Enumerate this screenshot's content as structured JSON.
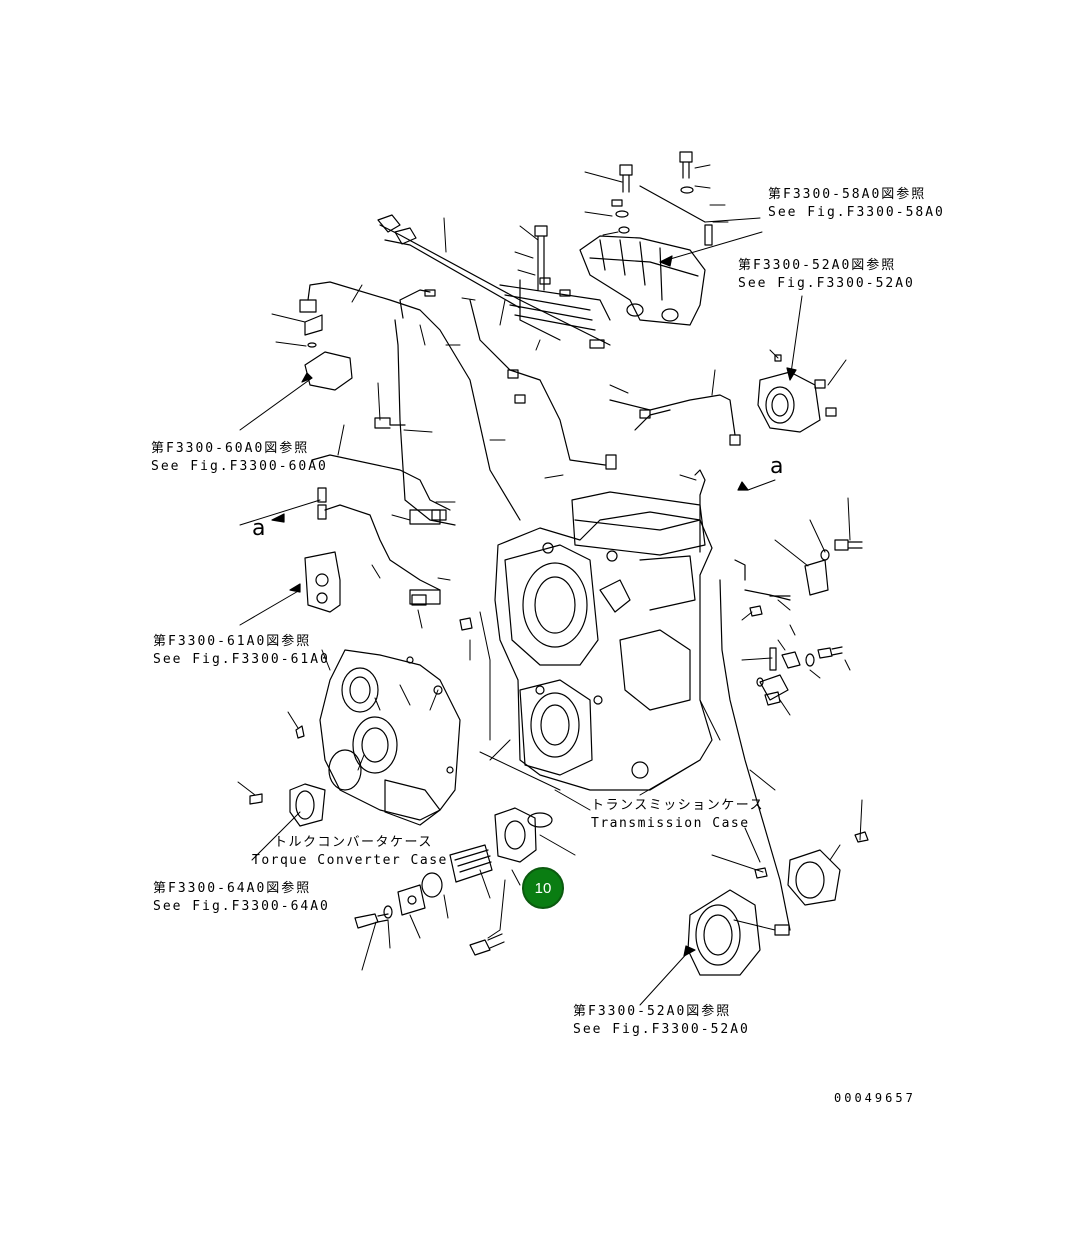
{
  "references": {
    "f58a0": {
      "jp": "第F3300-58A0図参照",
      "en": "See Fig.F3300-58A0"
    },
    "f52a0_top": {
      "jp": "第F3300-52A0図参照",
      "en": "See Fig.F3300-52A0"
    },
    "f60a0": {
      "jp": "第F3300-60A0図参照",
      "en": "See Fig.F3300-60A0"
    },
    "f61a0": {
      "jp": "第F3300-61A0図参照",
      "en": "See Fig.F3300-61A0"
    },
    "f64a0": {
      "jp": "第F3300-64A0図参照",
      "en": "See Fig.F3300-64A0"
    },
    "f52a0_bottom": {
      "jp": "第F3300-52A0図参照",
      "en": "See Fig.F3300-52A0"
    }
  },
  "labels": {
    "transmission_jp": "トランスミッションケース",
    "transmission_en": "Transmission Case",
    "torque_jp": "トルクコンバータケース",
    "torque_en": "Torque Converter Case",
    "connector_a_right": "a",
    "connector_a_left": "a"
  },
  "callout": {
    "number": "10",
    "color": "#0a7d12"
  },
  "drawing_number": "00049657"
}
